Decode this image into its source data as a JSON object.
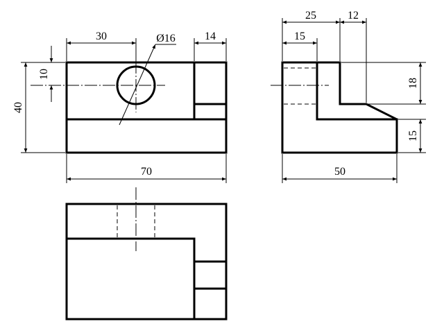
{
  "front_view": {
    "dim_width": "30",
    "dim_hole": "Ø16",
    "dim_step": "14",
    "dim_top": "10",
    "dim_height": "40",
    "dim_total": "70"
  },
  "side_view": {
    "dim_25": "25",
    "dim_12": "12",
    "dim_15_top": "15",
    "dim_18": "18",
    "dim_15_right": "15",
    "dim_total": "50"
  }
}
